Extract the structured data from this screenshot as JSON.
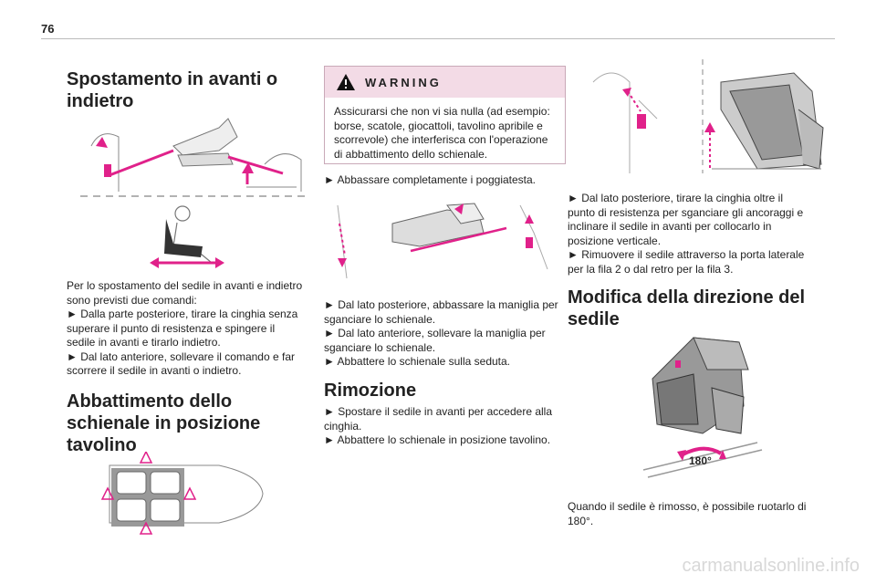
{
  "page_number": "76",
  "col1": {
    "title": "Spostamento in avanti o indietro",
    "intro": "Per lo spostamento del sedile in avanti e indietro sono previsti due comandi:",
    "step1": "► Dalla parte posteriore, tirare la cinghia senza superare il punto di resistenza e spingere il sedile in avanti e tirarlo indietro.",
    "step2": "► Dal lato anteriore, sollevare il comando e far scorrere il sedile in avanti o indietro.",
    "title2": "Abbattimento dello schienale in posizione tavolino"
  },
  "col2": {
    "warning_label": "WARNING",
    "warning_text": "Assicurarsi che non vi sia nulla (ad esempio: borse, scatole, giocattoli, tavolino apribile e scorrevole) che interferisca con l'operazione di abbattimento dello schienale.",
    "step1": "► Abbassare completamente i poggiatesta.",
    "step2": "► Dal lato posteriore, abbassare la maniglia per sganciare lo schienale.",
    "step3": "► Dal lato anteriore, sollevare la maniglia per sganciare lo schienale.",
    "step4": "► Abbattere lo schienale sulla seduta.",
    "title": "Rimozione",
    "step5": "► Spostare il sedile in avanti per accedere alla cinghia.",
    "step6": "► Abbattere lo schienale in posizione tavolino."
  },
  "col3": {
    "step1": "► Dal lato posteriore, tirare la cinghia oltre il punto di resistenza per sganciare gli ancoraggi e inclinare il sedile in avanti per collocarlo in posizione verticale.",
    "step2": "► Rimuovere il sedile attraverso la porta laterale per la fila 2 o dal retro per la fila 3.",
    "title": "Modifica della direzione del sedile",
    "rotation_label": "180°",
    "caption": "Quando il sedile è rimosso, è possibile ruotarlo di 180°."
  },
  "footer": "carmanualsonline.info",
  "colors": {
    "accent": "#e0218a",
    "warning_bg": "#f3dbe6"
  }
}
